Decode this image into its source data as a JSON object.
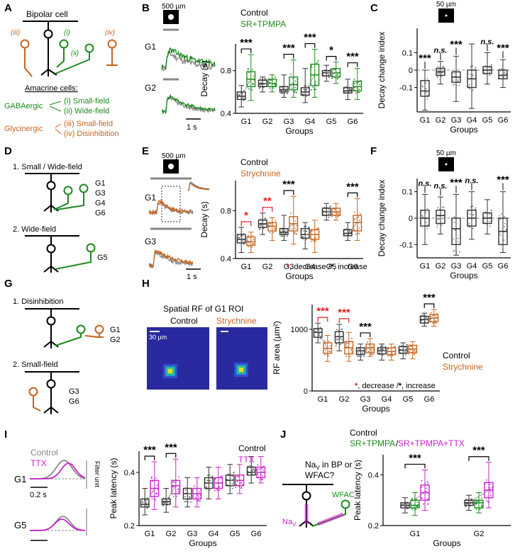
{
  "colors": {
    "control": "#333333",
    "sr": "#1e8a1e",
    "strych": "#c8641e",
    "ttx": "#cc22cc",
    "sig_red": "#e01e1e",
    "rf_bg": "#2a2aa0"
  },
  "panel_letters": [
    "A",
    "B",
    "C",
    "D",
    "E",
    "F",
    "G",
    "H",
    "I",
    "J"
  ],
  "panel_a": {
    "title": "Bipolar cell",
    "amacrine_title": "Amacrine cells:",
    "gaba": "GABAergic",
    "glycine": "Glycinergic",
    "gaba_items": [
      "(i) Small-field",
      "(ii) Wide-field"
    ],
    "gly_items": [
      "(iii) Small-field",
      "(iv) Disinhibition"
    ],
    "cell_labels": [
      "(iii)",
      "(i)",
      "(ii)",
      "(iv)"
    ]
  },
  "panel_b": {
    "stim_size": "500 µm",
    "traces": [
      "G1",
      "G2"
    ],
    "scale": "1 s"
  },
  "panel_d": {
    "label1": "1. Small / Wide-field",
    "groups1": [
      "G1",
      "G3",
      "G4",
      "G6"
    ],
    "label2": "2. Wide-field",
    "groups2": [
      "G5"
    ]
  },
  "panel_e": {
    "stim_size": "500 µm",
    "traces": [
      "G1",
      "G3"
    ],
    "scale": "1 s"
  },
  "panel_g": {
    "label1": "1. Disinhibition",
    "groups1": [
      "G1",
      "G2"
    ],
    "label2": "2. Small-field",
    "groups2": [
      "G3",
      "G6"
    ]
  },
  "panel_h": {
    "title": "Spatial RF of G1 ROI",
    "img_labels": [
      "Control",
      "Strychnine"
    ],
    "scale": "30 µm"
  },
  "panel_i": {
    "legend": [
      "Control",
      "TTX"
    ],
    "traces": [
      "G1",
      "G5"
    ],
    "scale": "0.2 s",
    "filter": "Filter unit"
  },
  "panel_j": {
    "question": "Na",
    "question_sub": "V",
    "question_rest": " in BP or",
    "question2": "WFAC?",
    "wfac": "WFAC",
    "nav": "Na",
    "nav_sub": "V"
  },
  "chart_data": [
    {
      "panel": "B",
      "type": "box",
      "categories": [
        "G1",
        "G2",
        "G3",
        "G4",
        "G5",
        "G6"
      ],
      "series": [
        {
          "name": "Control",
          "medians": [
            0.56,
            0.68,
            0.62,
            0.6,
            0.78,
            0.61
          ],
          "q1": [
            0.53,
            0.65,
            0.6,
            0.57,
            0.75,
            0.59
          ],
          "q3": [
            0.6,
            0.71,
            0.65,
            0.64,
            0.8,
            0.64
          ],
          "wlo": [
            0.46,
            0.6,
            0.55,
            0.5,
            0.7,
            0.53
          ],
          "whi": [
            0.66,
            0.74,
            0.76,
            0.82,
            0.85,
            0.72
          ]
        },
        {
          "name": "SR+TPMPA",
          "medians": [
            0.72,
            0.68,
            0.67,
            0.76,
            0.78,
            0.65
          ],
          "q1": [
            0.65,
            0.65,
            0.62,
            0.66,
            0.74,
            0.61
          ],
          "q3": [
            0.79,
            0.72,
            0.74,
            0.86,
            0.82,
            0.7
          ],
          "wlo": [
            0.52,
            0.6,
            0.55,
            0.55,
            0.68,
            0.53
          ],
          "whi": [
            0.95,
            0.76,
            0.9,
            1.0,
            0.88,
            0.82
          ]
        }
      ],
      "ylabel": "Decay (s)",
      "xlabel": "Groups",
      "yticks": [
        0.4,
        0.8
      ],
      "ylim": [
        0.4,
        1.05
      ],
      "significance": [
        "***",
        "",
        "***",
        "***",
        "*",
        "***"
      ],
      "legend": [
        "Control",
        "SR+TPMPA"
      ]
    },
    {
      "panel": "C",
      "type": "box",
      "categories": [
        "G1",
        "G2",
        "G3",
        "G4",
        "G5",
        "G6"
      ],
      "series": [
        {
          "name": "",
          "medians": [
            -0.12,
            -0.01,
            -0.04,
            -0.05,
            0.0,
            -0.03
          ],
          "q1": [
            -0.15,
            -0.03,
            -0.07,
            -0.1,
            -0.02,
            -0.05
          ],
          "q3": [
            -0.06,
            0.01,
            -0.01,
            0.0,
            0.02,
            0.0
          ],
          "wlo": [
            -0.23,
            -0.08,
            -0.18,
            -0.22,
            -0.08,
            -0.1
          ],
          "whi": [
            0.0,
            0.05,
            0.08,
            0.15,
            0.1,
            0.06
          ]
        }
      ],
      "ylabel": "Decay change index",
      "xlabel": "Groups",
      "yticks": [
        -0.1,
        0,
        0.1
      ],
      "ylim": [
        -0.24,
        0.24
      ],
      "significance": [
        "***",
        "n.s.",
        "***",
        "",
        "n.s.",
        "***"
      ],
      "stim_size": "50 µm"
    },
    {
      "panel": "E",
      "type": "box",
      "categories": [
        "G1",
        "G2",
        "G3",
        "G4",
        "G5",
        "G6"
      ],
      "series": [
        {
          "name": "Control",
          "medians": [
            0.56,
            0.69,
            0.62,
            0.6,
            0.79,
            0.61
          ],
          "q1": [
            0.53,
            0.66,
            0.6,
            0.57,
            0.76,
            0.59
          ],
          "q3": [
            0.6,
            0.72,
            0.65,
            0.65,
            0.82,
            0.64
          ],
          "wlo": [
            0.45,
            0.6,
            0.55,
            0.48,
            0.72,
            0.55
          ],
          "whi": [
            0.66,
            0.78,
            0.76,
            0.7,
            0.86,
            0.7
          ]
        },
        {
          "name": "Strychnine",
          "medians": [
            0.54,
            0.67,
            0.69,
            0.6,
            0.79,
            0.7
          ],
          "q1": [
            0.51,
            0.63,
            0.63,
            0.56,
            0.76,
            0.63
          ],
          "q3": [
            0.58,
            0.7,
            0.75,
            0.64,
            0.82,
            0.76
          ],
          "wlo": [
            0.45,
            0.55,
            0.52,
            0.45,
            0.72,
            0.55
          ],
          "whi": [
            0.62,
            0.74,
            0.92,
            0.72,
            0.86,
            0.9
          ]
        }
      ],
      "ylabel": "Decay (s)",
      "xlabel": "Groups",
      "yticks": [
        0.4,
        0.8
      ],
      "ylim": [
        0.4,
        1.05
      ],
      "significance": [
        "*",
        "**",
        "***",
        "",
        "",
        "***"
      ],
      "sig_colors": [
        "red",
        "red",
        "black",
        "",
        "",
        "black"
      ],
      "legend": [
        "Control",
        "Strychnine"
      ],
      "note_parts": [
        "*",
        ", decrease /",
        "*",
        ", increase"
      ]
    },
    {
      "panel": "F",
      "type": "box",
      "categories": [
        "G1",
        "G2",
        "G3",
        "G4",
        "G5",
        "G6"
      ],
      "series": [
        {
          "name": "",
          "medians": [
            0.0,
            0.01,
            -0.04,
            0.0,
            0.0,
            -0.05
          ],
          "q1": [
            -0.03,
            -0.02,
            -0.1,
            -0.03,
            -0.02,
            -0.1
          ],
          "q3": [
            0.03,
            0.03,
            0.0,
            0.03,
            0.02,
            0.0
          ],
          "wlo": [
            -0.1,
            -0.06,
            -0.14,
            -0.08,
            -0.06,
            -0.13
          ],
          "whi": [
            0.09,
            0.08,
            0.09,
            0.1,
            0.07,
            0.1
          ]
        }
      ],
      "ylabel": "Decay change index",
      "xlabel": "Groups",
      "yticks": [
        -0.1,
        0,
        0.1
      ],
      "ylim": [
        -0.15,
        0.15
      ],
      "significance": [
        "n.s.",
        "n.s.",
        "***",
        "n.s.",
        "",
        "***"
      ],
      "stim_size": "50 µm"
    },
    {
      "panel": "H",
      "type": "box",
      "categories": [
        "G1",
        "G2",
        "G3",
        "G4",
        "G5",
        "G6"
      ],
      "series": [
        {
          "name": "Control",
          "medians": [
            950,
            880,
            650,
            650,
            660,
            1160
          ],
          "q1": [
            870,
            780,
            590,
            600,
            610,
            1100
          ],
          "q3": [
            1010,
            960,
            700,
            700,
            720,
            1210
          ],
          "wlo": [
            780,
            650,
            500,
            500,
            520,
            1050
          ],
          "whi": [
            1100,
            1080,
            760,
            760,
            780,
            1260
          ]
        },
        {
          "name": "Strychnine",
          "medians": [
            690,
            700,
            700,
            640,
            680,
            1180
          ],
          "q1": [
            610,
            600,
            620,
            590,
            620,
            1120
          ],
          "q3": [
            780,
            800,
            760,
            700,
            740,
            1240
          ],
          "wlo": [
            480,
            480,
            560,
            500,
            520,
            1050
          ],
          "whi": [
            900,
            950,
            850,
            760,
            800,
            1320
          ]
        }
      ],
      "ylabel": "RF area (µm²)",
      "xlabel": "Groups",
      "yticks": [
        0,
        1000
      ],
      "ylim": [
        0,
        1400
      ],
      "significance": [
        "***",
        "***",
        "***",
        "",
        "",
        "***"
      ],
      "sig_colors": [
        "red",
        "red",
        "black",
        "",
        "",
        "black"
      ],
      "legend": [
        "Control",
        "Strychnine"
      ],
      "note_parts": [
        "*",
        ", decrease /",
        "*",
        ", increase"
      ]
    },
    {
      "panel": "I",
      "type": "box",
      "categories": [
        "G1",
        "G2",
        "G3",
        "G4",
        "G5",
        "G6"
      ],
      "series": [
        {
          "name": "Control",
          "medians": [
            0.28,
            0.29,
            0.32,
            0.36,
            0.37,
            0.4
          ],
          "q1": [
            0.27,
            0.28,
            0.3,
            0.34,
            0.35,
            0.39
          ],
          "q3": [
            0.3,
            0.3,
            0.34,
            0.38,
            0.39,
            0.42
          ],
          "wlo": [
            0.24,
            0.25,
            0.27,
            0.3,
            0.32,
            0.36
          ],
          "whi": [
            0.34,
            0.34,
            0.38,
            0.42,
            0.43,
            0.46
          ]
        },
        {
          "name": "TTX",
          "medians": [
            0.34,
            0.35,
            0.32,
            0.36,
            0.37,
            0.4
          ],
          "q1": [
            0.31,
            0.32,
            0.3,
            0.34,
            0.35,
            0.38
          ],
          "q3": [
            0.37,
            0.37,
            0.34,
            0.38,
            0.39,
            0.42
          ],
          "wlo": [
            0.26,
            0.27,
            0.27,
            0.3,
            0.32,
            0.36
          ],
          "whi": [
            0.44,
            0.45,
            0.38,
            0.42,
            0.43,
            0.46
          ]
        }
      ],
      "ylabel": "Peak latency (s)",
      "xlabel": "Groups",
      "yticks": [
        0.2,
        0.4
      ],
      "ylim": [
        0.2,
        0.48
      ],
      "significance": [
        "***",
        "***",
        "",
        "",
        "",
        ""
      ],
      "legend": [
        "Control",
        "TTX"
      ]
    },
    {
      "panel": "J",
      "type": "box",
      "categories": [
        "G1",
        "G2"
      ],
      "series": [
        {
          "name": "Control",
          "medians": [
            0.28,
            0.29
          ],
          "q1": [
            0.27,
            0.28
          ],
          "q3": [
            0.29,
            0.3
          ],
          "wlo": [
            0.25,
            0.26
          ],
          "whi": [
            0.31,
            0.32
          ]
        },
        {
          "name": "SR+TPMPA",
          "medians": [
            0.28,
            0.29
          ],
          "q1": [
            0.27,
            0.27
          ],
          "q3": [
            0.3,
            0.3
          ],
          "wlo": [
            0.24,
            0.25
          ],
          "whi": [
            0.33,
            0.33
          ]
        },
        {
          "name": "SR+TPMPA+TTX",
          "medians": [
            0.33,
            0.34
          ],
          "q1": [
            0.3,
            0.31
          ],
          "q3": [
            0.36,
            0.37
          ],
          "wlo": [
            0.26,
            0.27
          ],
          "whi": [
            0.42,
            0.45
          ]
        }
      ],
      "ylabel": "Peak latency (s)",
      "xlabel": "Groups",
      "yticks": [
        0.2,
        0.4
      ],
      "ylim": [
        0.2,
        0.48
      ],
      "significance": [
        "***",
        "***"
      ],
      "legend": [
        "Control",
        "SR+TPMPA",
        "SR+TPMPA+TTX"
      ],
      "legend_sep": "/"
    }
  ]
}
